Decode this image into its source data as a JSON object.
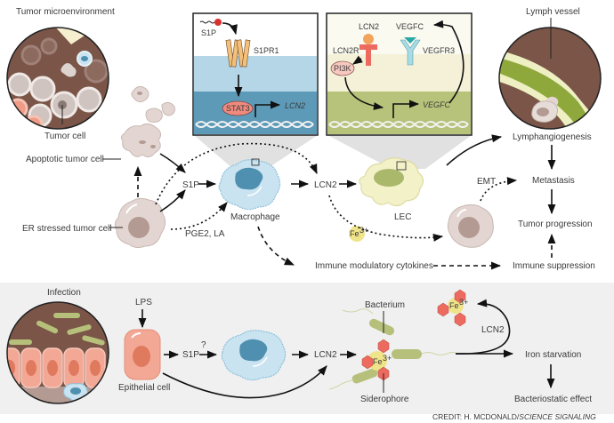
{
  "figure": {
    "credit_prefix": "CREDIT: H. MCDONALD/",
    "credit_journal": "SCIENCE SIGNALING"
  },
  "top_panel": {
    "tumor_microenvironment": "Tumor microenvironment",
    "tumor_cell": "Tumor cell",
    "apoptotic_tumor_cell": "Apoptotic tumor cell",
    "er_stressed_tumor_cell": "ER stressed tumor cell",
    "s1p": "S1P",
    "pge2_la": "PGE2, LA",
    "macrophage": "Macrophage",
    "lcn2": "LCN2",
    "lec": "LEC",
    "fe3": "Fe",
    "fe3_sup": "3+",
    "emt": "EMT",
    "lymph_vessel": "Lymph vessel",
    "lymphangiogenesis": "Lymphangiogenesis",
    "metastasis": "Metastasis",
    "tumor_progression": "Tumor progression",
    "immune_modulatory_cytokines": "Immune modulatory cytokines",
    "immune_suppression": "Immune suppression"
  },
  "inset_macrophage": {
    "s1p": "S1P",
    "s1pr1": "S1PR1",
    "stat3": "STAT3",
    "lcn2_gene": "LCN2",
    "colors": {
      "outer": "#b5d6e6",
      "inner": "#5d9ab8",
      "band": "#8ec1d8"
    }
  },
  "inset_lec": {
    "lcn2": "LCN2",
    "lcn2r": "LCN2R",
    "vegfc_protein": "VEGFC",
    "vegfr3": "VEGFR3",
    "pi3k": "PI3K",
    "vegfc_gene": "VEGFC",
    "colors": {
      "outer": "#f4f1d8",
      "inner": "#b7c27a"
    }
  },
  "bottom_panel": {
    "infection": "Infection",
    "lps": "LPS",
    "epithelial_cell": "Epithelial cell",
    "s1p": "S1P",
    "question": "?",
    "lcn2": "LCN2",
    "bacterium": "Bacterium",
    "siderophore": "Siderophore",
    "fe3": "Fe",
    "fe3_sup": "3+",
    "lcn2_loop": "LCN2",
    "iron_starvation": "Iron starvation",
    "bacteriostatic_effect": "Bacteriostatic effect",
    "background": "#f0f0f1"
  },
  "colors": {
    "tumor_cell": "#e3d6d2",
    "tumor_nucleus": "#b39b93",
    "macrophage": "#c9e3f0",
    "macrophage_nucleus": "#4f8fb0",
    "lec": "#f3f1c8",
    "lec_nucleus": "#a9b86a",
    "tissue_brown": "#7a5548",
    "epithelial": "#f2a895",
    "epithelial_nucleus": "#e07a5f",
    "siderophore": "#ec6a5e",
    "iron": "#efe48a",
    "bacterium": "#b6c07a",
    "s1p_dot": "#d9302f"
  }
}
